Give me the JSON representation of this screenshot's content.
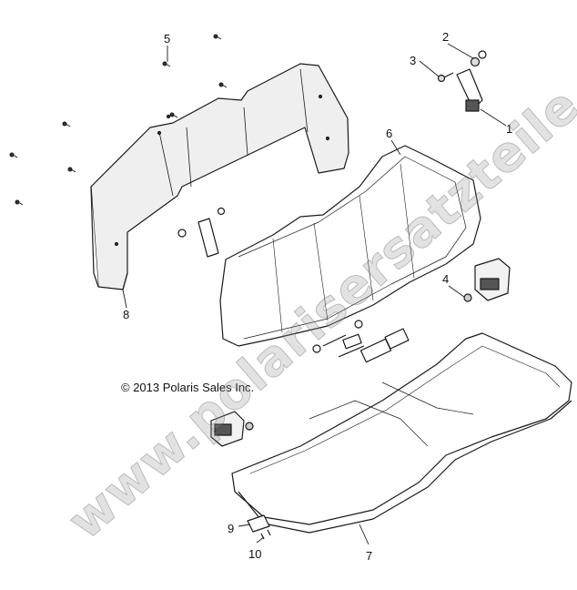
{
  "copyright": "© 2013 Polaris Sales Inc.",
  "watermark": "www.polarisersatzteile.de",
  "callouts": {
    "c1": "1",
    "c2": "2",
    "c3": "3",
    "c4": "4",
    "c5": "5",
    "c6": "6",
    "c7": "7",
    "c8": "8",
    "c9": "9",
    "c10": "10"
  },
  "colors": {
    "line": "#1a1a1a",
    "fill": "#ffffff",
    "shade": "#d8d8d8"
  }
}
